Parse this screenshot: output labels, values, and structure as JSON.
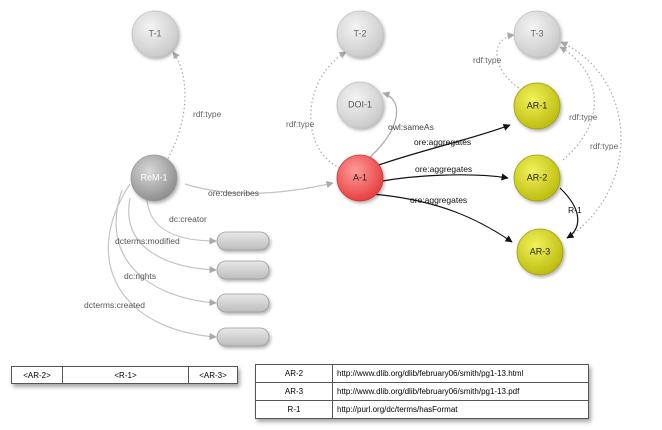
{
  "nodes": {
    "t1": "T-1",
    "t2": "T-2",
    "t3": "T-3",
    "doi1": "DOI-1",
    "rem1": "ReM-1",
    "a1": "A-1",
    "ar1": "AR-1",
    "ar2": "AR-2",
    "ar3": "AR-3"
  },
  "edges": {
    "rdf_type": "rdf:type",
    "owl_sameas": "owl:sameAs",
    "ore_describes": "ore:describes",
    "ore_aggregates": "ore:aggregates",
    "dc_creator": "dc:creator",
    "dcterms_modified": "dcterms:modified",
    "dc_rights": "dc:rights",
    "dcterms_created": "dcterms:created",
    "r1": "R-1"
  },
  "sequence_table": [
    "<AR-2>",
    "<R-1>",
    "<AR-3>"
  ],
  "mapping_table": [
    {
      "key": "AR-2",
      "value": "http://www.dlib.org/dlib/february06/smith/pg1-13.html"
    },
    {
      "key": "AR-3",
      "value": "http://www.dlib.org/dlib/february06/smith/pg1-13.pdf"
    },
    {
      "key": "R-1",
      "value": "http://purl.org/dc/terms/hasFormat"
    }
  ],
  "colors": {
    "gray_node": "#d9d9d9",
    "rem_node": "#a6a6a6",
    "a1_node": "#ef5a5a",
    "ar_node": "#d5d51e",
    "dotted_edge": "#a9a9a9",
    "solid_gray_edge": "#c4c4c4",
    "black_edge": "#111111"
  }
}
